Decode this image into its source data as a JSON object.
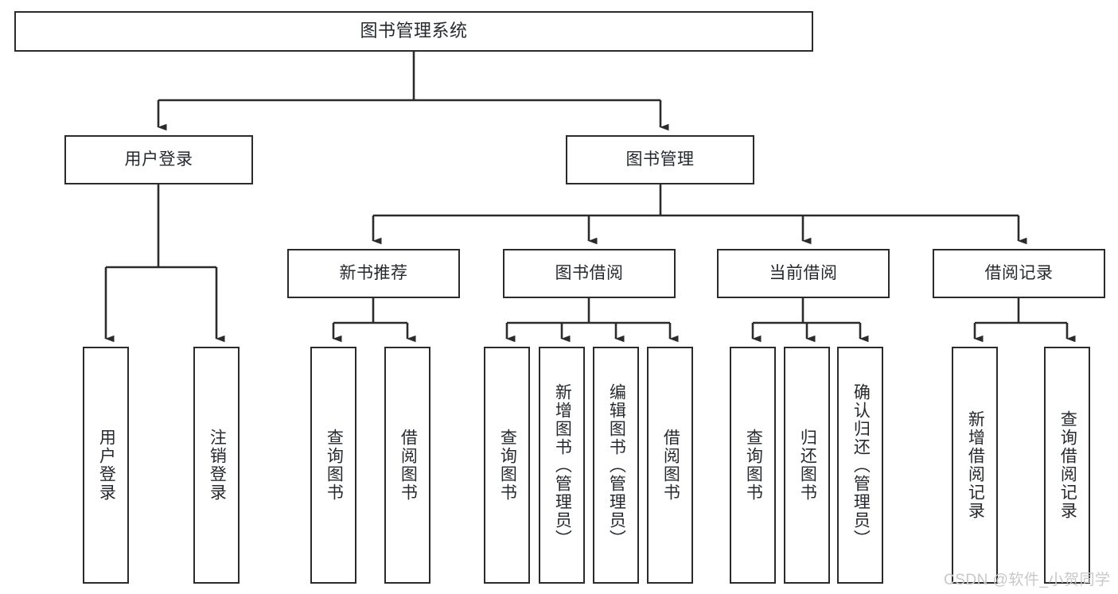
{
  "diagram": {
    "title": "图书管理系统",
    "watermark": "CSDN @软件_小贺同学",
    "colors": {
      "box_border": "#2b2b2b",
      "box_fill": "#ffffff",
      "text": "#26292e",
      "edge": "#2b2b2b",
      "watermark": "#c8c8c8",
      "background": "#ffffff"
    },
    "nodes": {
      "root": {
        "label": "图书管理系统"
      },
      "level2": [
        {
          "id": "user-login",
          "label": "用户登录"
        },
        {
          "id": "book-manage",
          "label": "图书管理"
        }
      ],
      "level3": [
        {
          "id": "new-book-recommend",
          "label": "新书推荐"
        },
        {
          "id": "book-borrow",
          "label": "图书借阅"
        },
        {
          "id": "current-borrow",
          "label": "当前借阅"
        },
        {
          "id": "borrow-record",
          "label": "借阅记录"
        }
      ],
      "leaves": [
        {
          "id": "leaf-user-login",
          "label": "用户登录",
          "parent": "user-login"
        },
        {
          "id": "leaf-logout-login",
          "label": "注销登录",
          "parent": "user-login"
        },
        {
          "id": "leaf-query-book-1",
          "label": "查询图书",
          "parent": "new-book-recommend"
        },
        {
          "id": "leaf-borrow-book-1",
          "label": "借阅图书",
          "parent": "new-book-recommend"
        },
        {
          "id": "leaf-query-book-2",
          "label": "查询图书",
          "parent": "book-borrow"
        },
        {
          "id": "leaf-add-book",
          "label": "新增图书（管理员）",
          "parent": "book-borrow"
        },
        {
          "id": "leaf-edit-book",
          "label": "编辑图书（管理员）",
          "parent": "book-borrow"
        },
        {
          "id": "leaf-borrow-book-2",
          "label": "借阅图书",
          "parent": "book-borrow"
        },
        {
          "id": "leaf-query-book-3",
          "label": "查询图书",
          "parent": "current-borrow"
        },
        {
          "id": "leaf-return-book",
          "label": "归还图书",
          "parent": "current-borrow"
        },
        {
          "id": "leaf-confirm-return",
          "label": "确认归还（管理员）",
          "parent": "current-borrow"
        },
        {
          "id": "leaf-add-borrow-record",
          "label": "新增借阅记录",
          "parent": "borrow-record"
        },
        {
          "id": "leaf-query-borrow-record",
          "label": "查询借阅记录",
          "parent": "borrow-record"
        }
      ]
    }
  }
}
